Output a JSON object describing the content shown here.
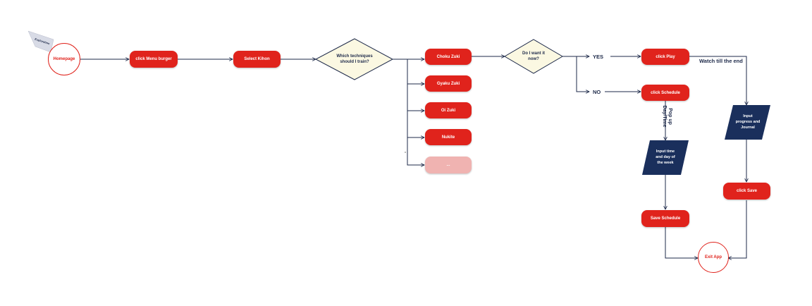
{
  "nodes": {
    "exploration_tag": "Exploration",
    "homepage": "Homepage",
    "click_menu_burger": "click Menu burger",
    "select_kihon": "Select Kihon",
    "which_techniques": [
      "Which techniques",
      "should I train?"
    ],
    "choku_zuki": "Choku Zuki",
    "gyaku_zuki": "Gyaku Zuki",
    "oi_zuki": "Oi Zuki",
    "nukite": "Nukite",
    "more": "...",
    "do_i_want": [
      "Do I want it",
      "now?"
    ],
    "click_play": "click Play",
    "click_schedule": "click Schedule",
    "input_time": [
      "Input time",
      "and day of",
      "the week"
    ],
    "save_schedule": "Save Schedule",
    "input_progress": [
      "Input",
      "progress and",
      "Journal"
    ],
    "click_save": "click Save",
    "exit_app": "Exit App"
  },
  "edge_labels": {
    "yes": "YES",
    "no": "NO",
    "watch": "Watch till the end",
    "popup": "Pop up\nDay/Time"
  },
  "colors": {
    "action_red": "#e0231c",
    "faded_red": "#f0b3b1",
    "decision_fill": "#fbf8e2",
    "io_navy": "#1a2f5c",
    "edge_navy": "#1e2a4a"
  }
}
